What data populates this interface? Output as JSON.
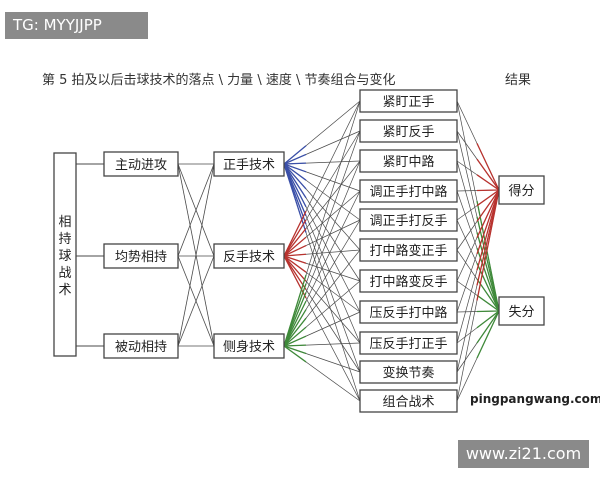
{
  "watermarks": {
    "tag": "TG: MYYJJPP",
    "site": "www.zi21.com"
  },
  "diagram": {
    "title": "第 5 拍及以后击球技术的落点 \\ 力量 \\ 速度 \\ 节奏组合与变化",
    "result_header": "结果",
    "credit": "pingpangwang.com",
    "root": "相持球战术",
    "tactics": [
      "主动进攻",
      "均势相持",
      "被动相持"
    ],
    "techniques": [
      "正手技术",
      "反手技术",
      "侧身技术"
    ],
    "variations": [
      "紧盯正手",
      "紧盯反手",
      "紧盯中路",
      "调正手打中路",
      "调正手打反手",
      "打中路变正手",
      "打中路变反手",
      "压反手打中路",
      "压反手打正手",
      "变换节奏",
      "组合战术"
    ],
    "results": [
      "得分",
      "失分"
    ],
    "colors": {
      "ink": "#3a3a3a",
      "line": "#4a4a4a",
      "blue": "#3a4fa8",
      "red": "#b8322e",
      "green": "#3f8a3a"
    }
  }
}
